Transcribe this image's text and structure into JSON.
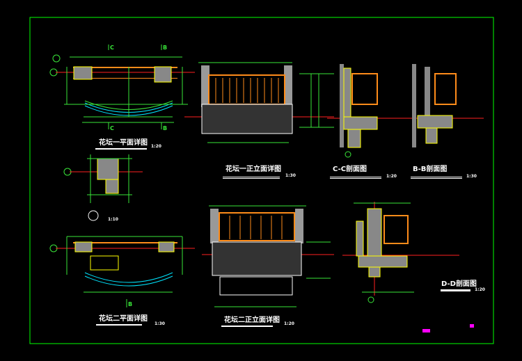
{
  "drawing": {
    "views": [
      {
        "title": "花坛一平面详图",
        "scale": "1:20"
      },
      {
        "title": "花坛一正立面详图",
        "scale": "1:30"
      },
      {
        "title": "C-C剖面图",
        "scale": "1:20"
      },
      {
        "title": "B-B剖面图",
        "scale": "1:30"
      },
      {
        "title": "花坛二平面详图",
        "scale": "1:30"
      },
      {
        "title": "花坛二正立面详图",
        "scale": "1:20"
      },
      {
        "title": "D-D剖面图",
        "scale": "1:20"
      },
      {
        "title": "",
        "scale": "1:10"
      }
    ],
    "section_marks": [
      "C",
      "B"
    ]
  },
  "colors": {
    "frame": "#00ff00",
    "dim": "#39e639",
    "railing": "#ff8c1a",
    "axis": "#ff2020",
    "curve": "#00e5ff",
    "wall": "#ffff00",
    "note": "#ff00ff"
  }
}
